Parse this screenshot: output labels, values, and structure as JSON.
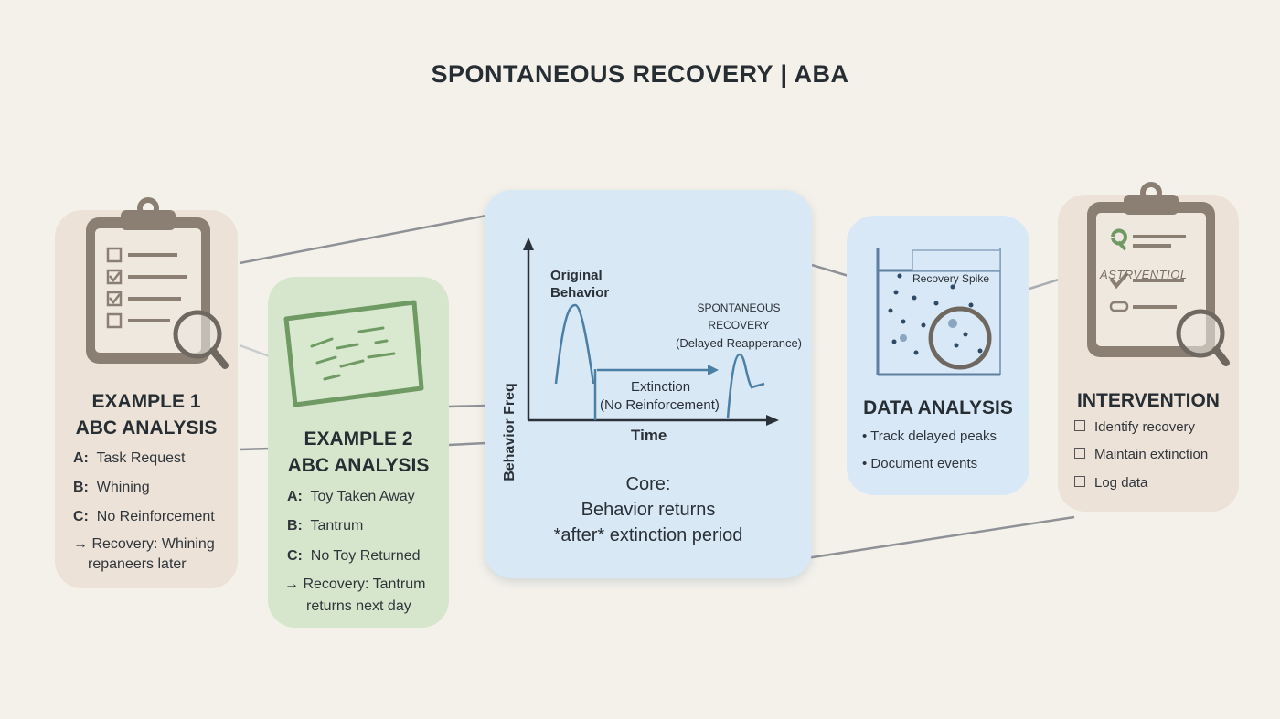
{
  "title": "SPONTANEOUS RECOVERY | ABA",
  "example1": {
    "title_line1": "EXAMPLE 1",
    "title_line2": "ABC ANALYSIS",
    "a_key": "A:",
    "a_val": "Task Request",
    "b_key": "B:",
    "b_val": "Whining",
    "c_key": "C:",
    "c_val": "No Reinforcement",
    "recovery_line1": "→ Recovery: Whining",
    "recovery_line2": "repaneers later"
  },
  "example2": {
    "title_line1": "EXAMPLE 2",
    "title_line2": "ABC ANALYSIS",
    "a_key": "A:",
    "a_val": "Toy Taken Away",
    "b_key": "B:",
    "b_val": "Tantrum",
    "c_key": "C:",
    "c_val": "No Toy Returned",
    "recovery_line1": "→ Recovery: Tantrum",
    "recovery_line2": "returns next day"
  },
  "core_panel": {
    "ylabel": "Behavior Freq",
    "xlabel": "Time",
    "original_line1": "Original",
    "original_line2": "Behavior",
    "extinction_line1": "Extinction",
    "extinction_line2": "(No Reinforcement)",
    "spont_line1": "SPONTANEOUS",
    "spont_line2": "RECOVERY",
    "spont_line3": "(Delayed Reapperance)",
    "core_line1": "Core:",
    "core_line2": "Behavior returns",
    "core_line3": "*after* extinction period"
  },
  "data_analysis": {
    "chart_label": "Recovery Spike",
    "title": "DATA ANALYSIS",
    "bullet1": "• Track delayed peaks",
    "bullet2": "• Document events"
  },
  "intervention": {
    "clipboard_text": "ASTRVENTIOL",
    "title": "INTERVENTION",
    "item1": "Identify recovery",
    "item2": "Maintain extinction",
    "item3": "Log data"
  },
  "colors": {
    "curve": "#4c7fa6",
    "clipboard": "#8a7f72",
    "board_green": "#6f9a63"
  }
}
